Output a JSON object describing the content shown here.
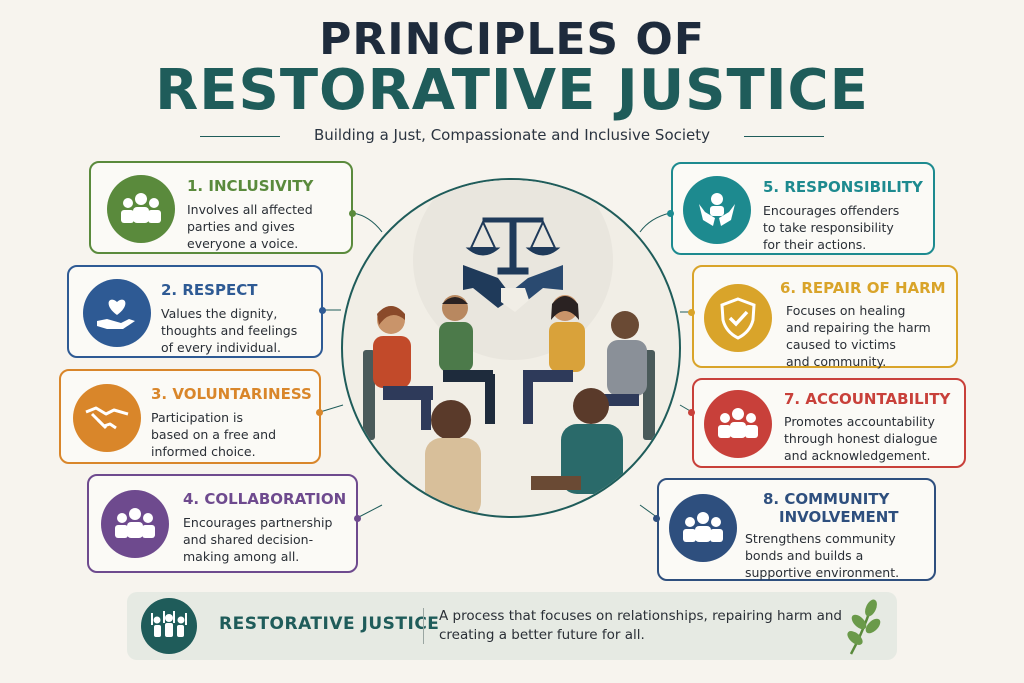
{
  "header": {
    "title_line1": "PRINCIPLES OF",
    "title_line2": "RESTORATIVE JUSTICE",
    "subtitle": "Building a Just, Compassionate and Inclusive Society"
  },
  "principles": [
    {
      "title": "1. INCLUSIVITY",
      "desc": [
        "Involves all affected",
        "parties and gives",
        "everyone a voice."
      ],
      "color": "#5a8a3c",
      "icon": "group-people-icon"
    },
    {
      "title": "2. RESPECT",
      "desc": [
        "Values the dignity,",
        "thoughts and feelings",
        "of every individual."
      ],
      "color": "#2e5a94",
      "icon": "heart-hand-icon"
    },
    {
      "title": "3. VOLUNTARINESS",
      "desc": [
        "Participation is",
        "based on a free and",
        "informed choice."
      ],
      "color": "#d9862a",
      "icon": "handshake-icon"
    },
    {
      "title": "4. COLLABORATION",
      "desc": [
        "Encourages partnership",
        "and shared decision-",
        "making among all."
      ],
      "color": "#6e4a8e",
      "icon": "team-icon"
    },
    {
      "title": "5. RESPONSIBILITY",
      "desc": [
        "Encourages offenders",
        "to take responsibility",
        "for their actions."
      ],
      "color": "#1d8a8f",
      "icon": "caring-hands-icon"
    },
    {
      "title": "6. REPAIR OF HARM",
      "desc": [
        "Focuses on healing",
        "and repairing the harm",
        "caused to victims",
        "and community."
      ],
      "color": "#d9a42a",
      "icon": "shield-check-icon"
    },
    {
      "title": "7. ACCOUNTABILITY",
      "desc": [
        "Promotes accountability",
        "through honest dialogue",
        "and acknowledgement."
      ],
      "color": "#c8403a",
      "icon": "people-group-icon"
    },
    {
      "title": "8. COMMUNITY",
      "title2": "INVOLVEMENT",
      "desc": [
        "Strengthens community",
        "bonds and builds a",
        "supportive environment."
      ],
      "color": "#2e4f7e",
      "icon": "community-icon"
    }
  ],
  "footer": {
    "title": "RESTORATIVE JUSTICE",
    "desc": [
      "A process that focuses on relationships, repairing harm and",
      "creating a better future for all."
    ]
  },
  "colors": {
    "primary": "#1f5c5a",
    "dark": "#1e2b3c",
    "background": "#f7f4ee"
  }
}
